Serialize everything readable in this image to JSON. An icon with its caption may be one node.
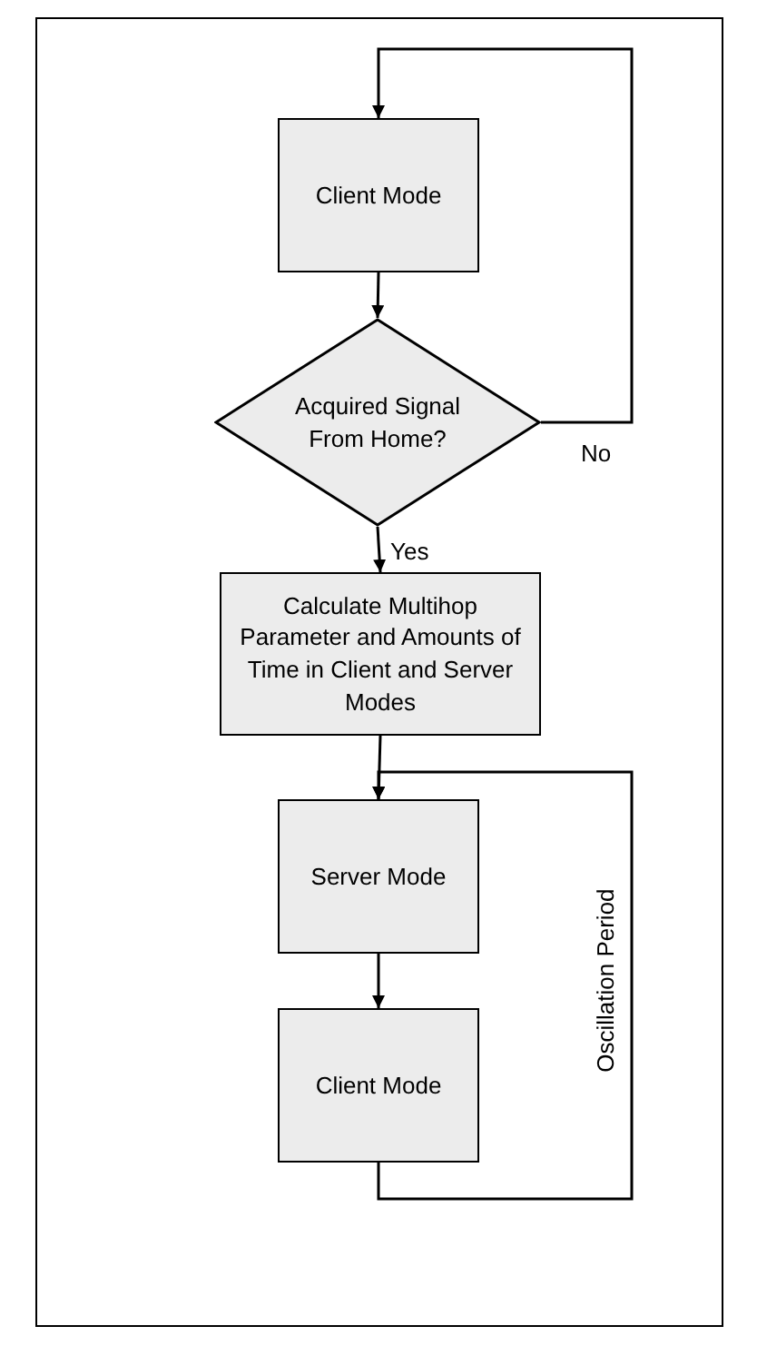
{
  "diagram": {
    "nodes": [
      {
        "text": [
          "Client Mode"
        ]
      },
      {
        "text": [
          "Acquired Signal From Home?"
        ]
      },
      {
        "text": [
          "Calculate Multihop Parameter and Amounts of Time in Client and Server Modes"
        ]
      },
      {
        "text": [
          "Server Mode"
        ]
      },
      {
        "text": [
          "Client Mode"
        ]
      }
    ],
    "edges": [
      {
        "from": 0,
        "to": 1,
        "arrow": "to"
      },
      {
        "from": 1,
        "to": 0,
        "arrow": "to",
        "label": "No"
      },
      {
        "from": 1,
        "to": 2,
        "arrow": "to",
        "label": "Yes"
      },
      {
        "from": 2,
        "to": 3,
        "arrow": "to"
      },
      {
        "from": 3,
        "to": 4,
        "arrow": "to"
      },
      {
        "from": 4,
        "to": 3,
        "arrow": "to",
        "label": "Oscillation Period"
      }
    ]
  }
}
